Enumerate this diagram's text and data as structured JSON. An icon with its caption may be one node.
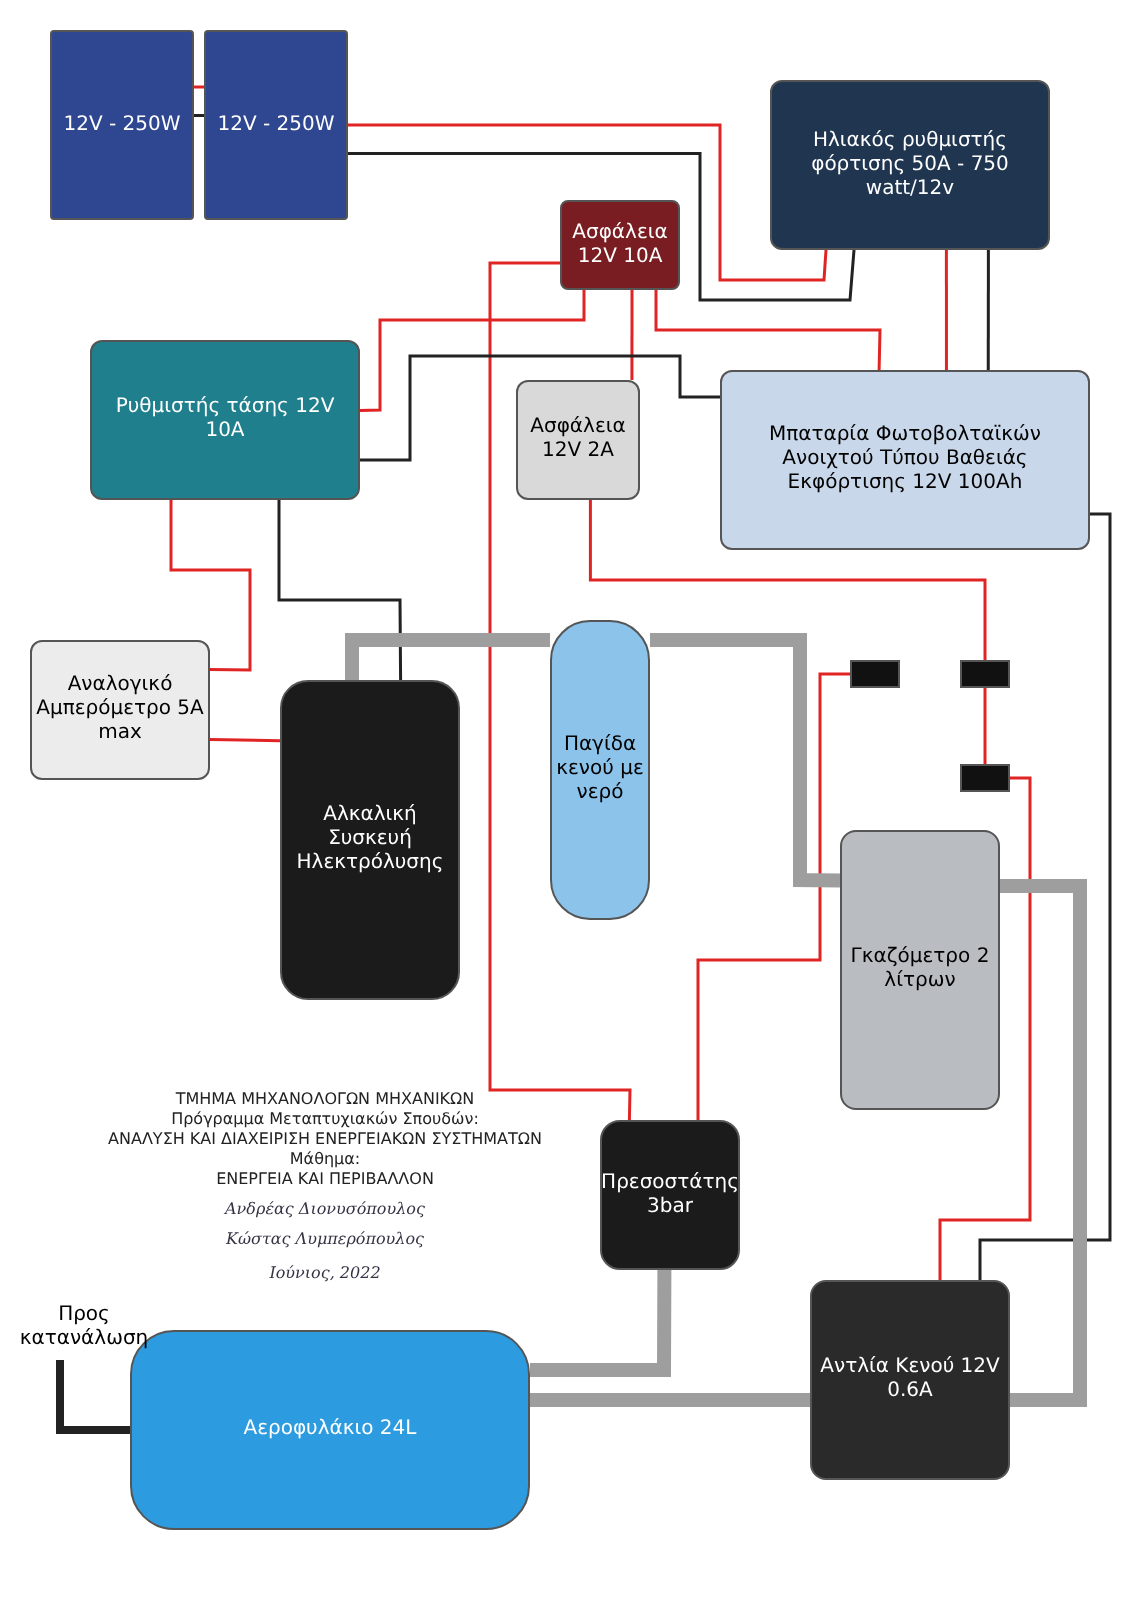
{
  "diagram": {
    "nodes": [
      {
        "text": [
          "12V - 250W"
        ]
      },
      {
        "text": [
          "12V - 250W"
        ]
      },
      {
        "text": [
          "Ηλιακός ρυθμιστής φόρτισης 50A - 750 watt/12v"
        ]
      },
      {
        "text": [
          "Ασφάλεια 12V 10A"
        ]
      },
      {
        "text": [
          "Ρυθμιστής τάσης 12V 10A"
        ]
      },
      {
        "text": [
          "Ασφάλεια 12V 2A"
        ]
      },
      {
        "text": [
          "Μπαταρία Φωτοβολταϊκών Ανοιχτού Τύπου Βαθειάς Εκφόρτισης 12V 100Ah"
        ]
      },
      {
        "text": [
          "Αναλογικό Αμπερόμετρο 5A max"
        ]
      },
      {
        "text": [
          "Αλκαλική Συσκευή Ηλεκτρόλυσης"
        ]
      },
      {
        "text": [
          "Παγίδα κενού με νερό"
        ]
      },
      {
        "text": [],
        "shape": "box"
      },
      {
        "text": [],
        "shape": "box"
      },
      {
        "text": [
          "Γκαζόμετρο 2 λίτρων"
        ]
      },
      {
        "text": [],
        "shape": "box"
      },
      {
        "text": [
          "Πρεσοστάτης 3bar"
        ]
      },
      {
        "text": [
          "Αντλία Κενού 12V 0.6A"
        ]
      },
      {
        "text": [
          "Αεροφυλάκιο 24L"
        ]
      },
      {
        "text": [
          "Προς κατανάλωση"
        ]
      }
    ],
    "edges": [
      {
        "from": 0,
        "to": 1,
        "arrow": "none"
      },
      {
        "from": 0,
        "to": 1,
        "arrow": "none",
        "color": "#222222"
      },
      {
        "from": 1,
        "to": 2,
        "arrow": "none"
      },
      {
        "from": 1,
        "to": 2,
        "arrow": "none",
        "color": "#222222"
      },
      {
        "from": 2,
        "to": 6,
        "arrow": "none"
      },
      {
        "from": 2,
        "to": 6,
        "arrow": "none",
        "color": "#222222"
      },
      {
        "from": 3,
        "to": 6,
        "arrow": "none"
      },
      {
        "from": 3,
        "to": 4,
        "arrow": "none"
      },
      {
        "from": 3,
        "to": 5,
        "arrow": "none"
      },
      {
        "from": 3,
        "to": 14,
        "arrow": "none"
      },
      {
        "from": 14,
        "to": 10,
        "arrow": "none"
      },
      {
        "from": 5,
        "to": 11,
        "arrow": "none"
      },
      {
        "from": 6,
        "to": 4,
        "arrow": "none",
        "color": "#222222"
      },
      {
        "from": 6,
        "to": 15,
        "arrow": "none",
        "color": "#222222"
      },
      {
        "from": 13,
        "to": 15,
        "arrow": "none"
      },
      {
        "from": 4,
        "to": 7,
        "arrow": "none"
      },
      {
        "from": 4,
        "to": 8,
        "arrow": "none",
        "color": "#222222"
      },
      {
        "from": 7,
        "to": 8,
        "arrow": "none"
      },
      {
        "from": 11,
        "to": 13,
        "arrow": "none"
      },
      {
        "from": 8,
        "to": 9,
        "arrow": "none",
        "style": "thick",
        "color": "#9e9e9e"
      },
      {
        "from": 9,
        "to": 12,
        "arrow": "none",
        "style": "thick",
        "color": "#9e9e9e"
      },
      {
        "from": 12,
        "to": 15,
        "arrow": "none",
        "style": "thick",
        "color": "#9e9e9e"
      },
      {
        "from": 15,
        "to": 16,
        "arrow": "none",
        "style": "thick",
        "color": "#9e9e9e"
      },
      {
        "from": 14,
        "to": 16,
        "arrow": "none",
        "style": "thick",
        "color": "#9e9e9e"
      },
      {
        "from": 16,
        "to": 17,
        "arrow": "none",
        "style": "thick",
        "color": "#222222"
      }
    ],
    "labels": [
      "ΤΜΗΜΑ ΜΗΧΑΝΟΛΟΓΩΝ ΜΗΧΑΝΙΚΩΝ",
      "Πρόγραμμα Μεταπτυχιακών Σπουδών:",
      "ΑΝΑΛΥΣΗ ΚΑΙ ΔΙΑΧΕΙΡΙΣΗ ΕΝΕΡΓΕΙΑΚΩΝ ΣΥΣΤΗΜΑΤΩΝ",
      "Μάθημα:",
      "ΕΝΕΡΓΕΙΑ ΚΑΙ ΠΕΡΙΒΑΛΛΟΝ",
      "Ανδρέας Διονυσόπουλος",
      "Κώστας Λυμπερόπουλος",
      "Ιούνιος, 2022"
    ]
  }
}
